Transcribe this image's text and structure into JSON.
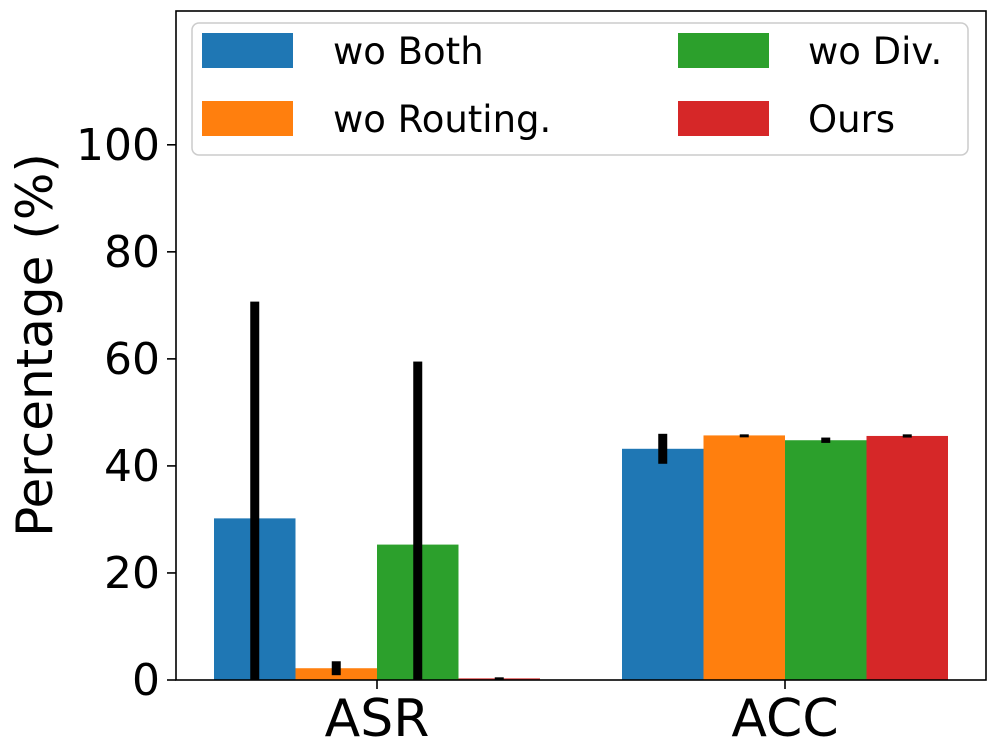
{
  "chart_data": {
    "type": "bar",
    "categories": [
      "ASR",
      "ACC"
    ],
    "series": [
      {
        "name": "wo Both",
        "color": "#1f77b4",
        "values": [
          30.2,
          43.2
        ],
        "errors": [
          40.5,
          2.8
        ]
      },
      {
        "name": "wo Routing.",
        "color": "#ff7f0e",
        "values": [
          2.2,
          45.7
        ],
        "errors": [
          1.3,
          0.2
        ]
      },
      {
        "name": "wo Div.",
        "color": "#2ca02c",
        "values": [
          25.3,
          44.8
        ],
        "errors": [
          34.2,
          0.5
        ]
      },
      {
        "name": "Ours",
        "color": "#d62728",
        "values": [
          0.3,
          45.6
        ],
        "errors": [
          0.2,
          0.3
        ]
      }
    ],
    "ylabel": "Percentage (%)",
    "ylim": [
      0,
      125
    ],
    "yticks": [
      0,
      20,
      40,
      60,
      80,
      100
    ],
    "grid": false,
    "legend": {
      "position": "top",
      "columns": 2
    }
  }
}
